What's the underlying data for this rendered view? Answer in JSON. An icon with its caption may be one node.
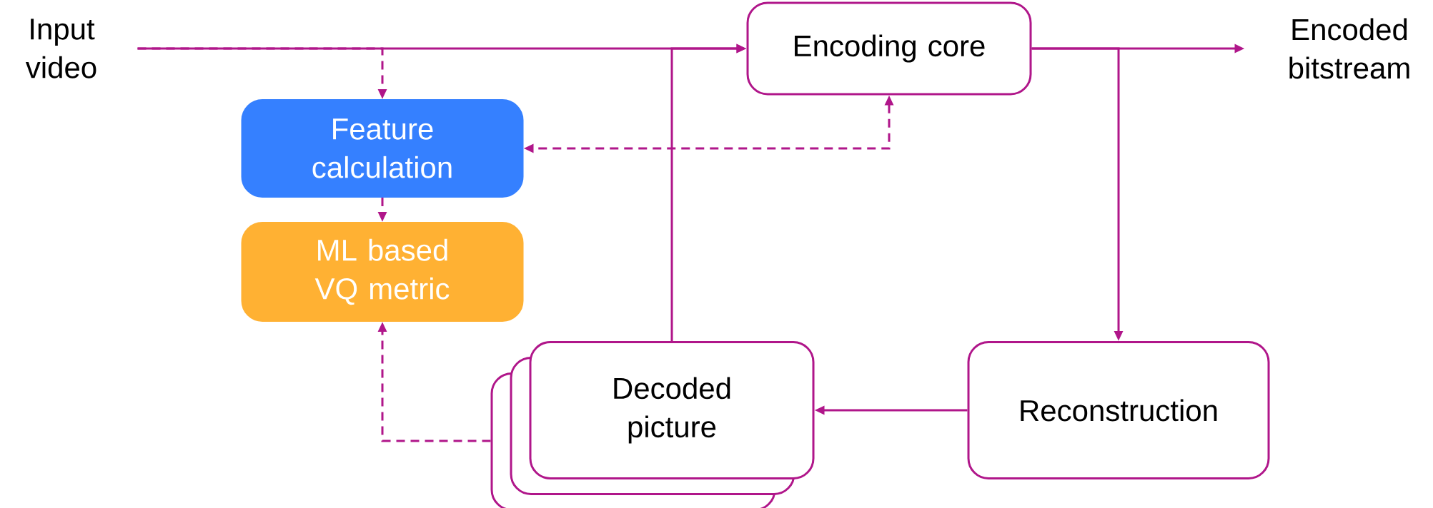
{
  "diagram": {
    "nodes": [
      {
        "text": [
          "Input video"
        ]
      },
      {
        "text": [
          "Encoding core"
        ]
      },
      {
        "text": [
          "Encoded bitstream"
        ]
      },
      {
        "text": [
          "Feature calculation"
        ]
      },
      {
        "text": [
          "ML based VQ metric"
        ]
      },
      {
        "text": [
          "Decoded picture"
        ]
      },
      {
        "text": [
          "Reconstruction"
        ]
      }
    ],
    "edges": [
      {
        "from": 0,
        "to": 1,
        "arrow": "to"
      },
      {
        "from": 0,
        "to": 3,
        "arrow": "to",
        "style": "dashed"
      },
      {
        "from": 1,
        "to": 3,
        "arrow": "both",
        "style": "dashed"
      },
      {
        "from": 3,
        "to": 4,
        "arrow": "to",
        "style": "dashed"
      },
      {
        "from": 5,
        "to": 4,
        "arrow": "to",
        "style": "dashed"
      },
      {
        "from": 5,
        "to": 1,
        "arrow": "to"
      },
      {
        "from": 1,
        "to": 2,
        "arrow": "to"
      },
      {
        "from": 1,
        "to": 6,
        "arrow": "to"
      },
      {
        "from": 6,
        "to": 5,
        "arrow": "to"
      }
    ]
  }
}
